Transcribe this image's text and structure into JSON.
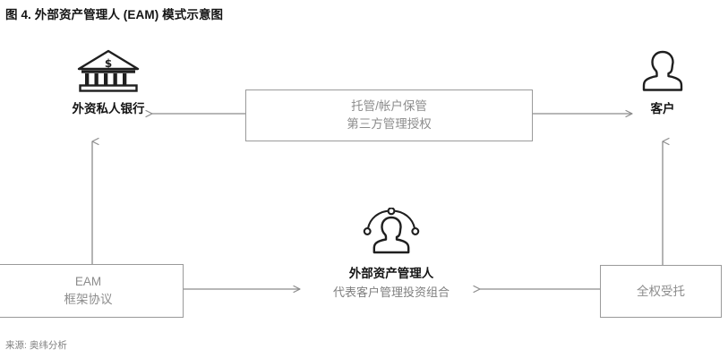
{
  "figure": {
    "title": "图 4. 外部资产管理人 (EAM) 模式示意图",
    "source": "来源: 奥纬分析"
  },
  "colors": {
    "title_text": "#141414",
    "box_border": "#9a9a9a",
    "box_text": "#8c8c8c",
    "node_label": "#141414",
    "node_sublabel": "#7f7f7f",
    "connector": "#8c8c8c",
    "icon_stroke": "#1f1f1f",
    "background": "#ffffff"
  },
  "nodes": {
    "bank": {
      "icon": "bank-building-icon",
      "label": "外资私人银行"
    },
    "client": {
      "icon": "person-icon",
      "label": "客户"
    },
    "eam": {
      "icon": "person-network-icon",
      "label": "外部资产管理人",
      "sublabel": "代表客户管理投资组合"
    }
  },
  "boxes": {
    "custody": {
      "line1": "托管/帐户保管",
      "line2": "第三方管理授权"
    },
    "eam_agreement": {
      "line1": "EAM",
      "line2": "框架协议"
    },
    "mandate": {
      "line1": "全权受托"
    }
  },
  "connectors": [
    {
      "name": "custody-to-bank",
      "direction": "left",
      "from": "custody-box",
      "to": "bank-node"
    },
    {
      "name": "custody-to-client",
      "direction": "right",
      "from": "custody-box",
      "to": "client-node"
    },
    {
      "name": "eam-agreement-to-eam",
      "direction": "right",
      "from": "eam-agreement-box",
      "to": "eam-node"
    },
    {
      "name": "mandate-to-eam",
      "direction": "left",
      "from": "mandate-box",
      "to": "eam-node"
    },
    {
      "name": "eam-agreement-to-bank",
      "direction": "up",
      "from": "eam-agreement-box",
      "to": "bank-node"
    },
    {
      "name": "mandate-to-client",
      "direction": "up",
      "from": "mandate-box",
      "to": "client-node"
    }
  ]
}
